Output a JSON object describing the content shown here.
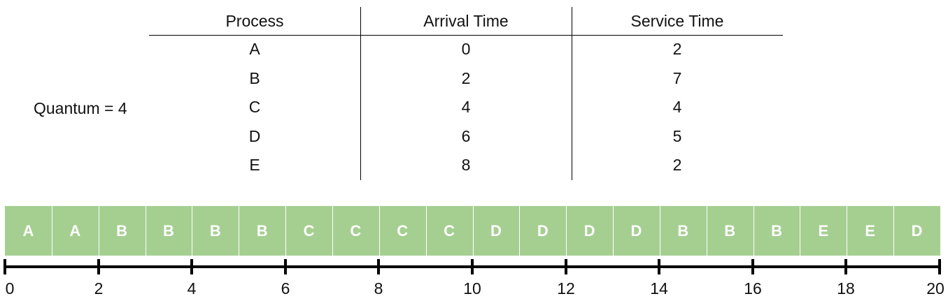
{
  "quantum_label": "Quantum = 4",
  "table": {
    "headers": [
      "Process",
      "Arrival Time",
      "Service Time"
    ],
    "rows": [
      {
        "process": "A",
        "arrival": "0",
        "service": "2"
      },
      {
        "process": "B",
        "arrival": "2",
        "service": "7"
      },
      {
        "process": "C",
        "arrival": "4",
        "service": "4"
      },
      {
        "process": "D",
        "arrival": "6",
        "service": "5"
      },
      {
        "process": "E",
        "arrival": "8",
        "service": "2"
      }
    ]
  },
  "gantt": {
    "slots": [
      "A",
      "A",
      "B",
      "B",
      "B",
      "B",
      "C",
      "C",
      "C",
      "C",
      "D",
      "D",
      "D",
      "D",
      "B",
      "B",
      "B",
      "E",
      "E",
      "D"
    ],
    "fill_color": "#a5cf91",
    "text_color": "#ffffff"
  },
  "axis": {
    "start": 0,
    "end": 20,
    "tick_labels": [
      "0",
      "2",
      "4",
      "6",
      "8",
      "10",
      "12",
      "14",
      "16",
      "18",
      "20"
    ]
  }
}
